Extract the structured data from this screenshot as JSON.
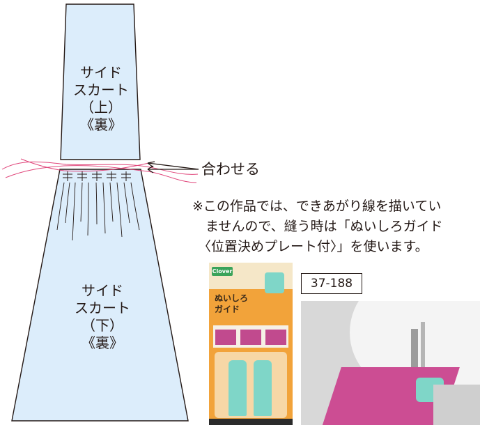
{
  "upper_piece": {
    "line1": "サイド",
    "line2": "スカート",
    "line3": "（上）",
    "line4": "《裏》"
  },
  "lower_piece": {
    "line1": "サイド",
    "line2": "スカート",
    "line3": "（下）",
    "line4": "《裏》"
  },
  "join_label": "合わせる",
  "note": {
    "line1": "※この作品では、できあがり線を描いてい",
    "line2": "ませんので、縫う時は「ぬいしろガイド",
    "line3": "〈位置決めプレート付〉」を使います。"
  },
  "product": {
    "code": "37-188",
    "package_name_line1": "ぬいしろ",
    "package_name_line2": "ガイド",
    "brand": "Clover"
  },
  "colors": {
    "fabric_fill": "#dcedfb",
    "outline": "#231815",
    "thread": "#e0457a",
    "package": "#f2a33a",
    "guide_plate": "#7fd6c8",
    "sewing_fabric": "#cc4d93"
  }
}
